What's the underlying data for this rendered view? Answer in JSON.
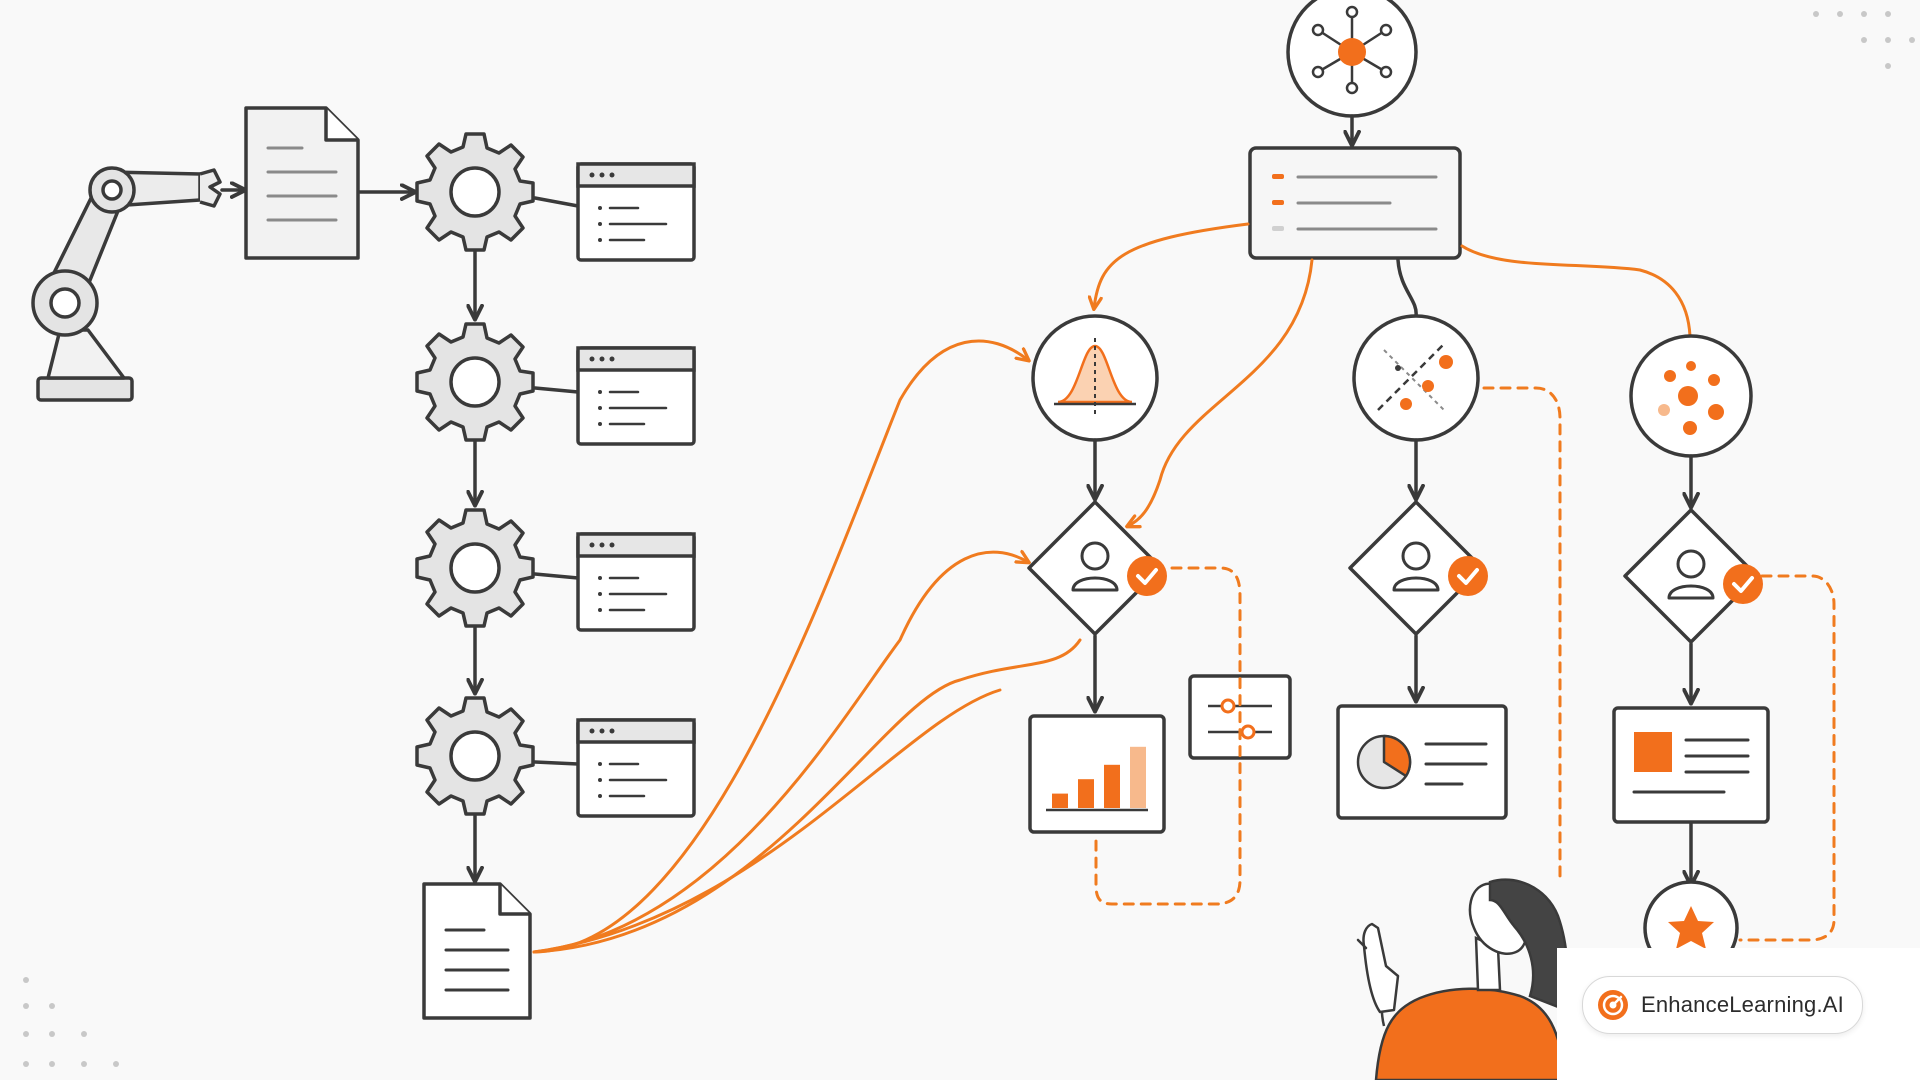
{
  "brand": {
    "name": "EnhanceLearning.AI",
    "accent_color": "#f26f1c"
  },
  "colors": {
    "ink": "#3a3a3a",
    "accent": "#f26f1c",
    "flow_line": "#f07b1f",
    "background": "#f9f9f9"
  },
  "icons": [
    "robot-arm-icon",
    "document-icon",
    "gear-icon",
    "browser-window-icon",
    "network-hub-icon",
    "list-panel-icon",
    "bell-curve-icon",
    "scatter-split-icon",
    "cluster-dots-icon",
    "user-check-icon",
    "bar-chart-icon",
    "slider-settings-icon",
    "pie-chart-card-icon",
    "profile-card-icon",
    "star-icon",
    "presenter-person-icon"
  ],
  "charts": {
    "bar_chart_levels": [
      0.2,
      0.4,
      0.6,
      0.85
    ]
  }
}
